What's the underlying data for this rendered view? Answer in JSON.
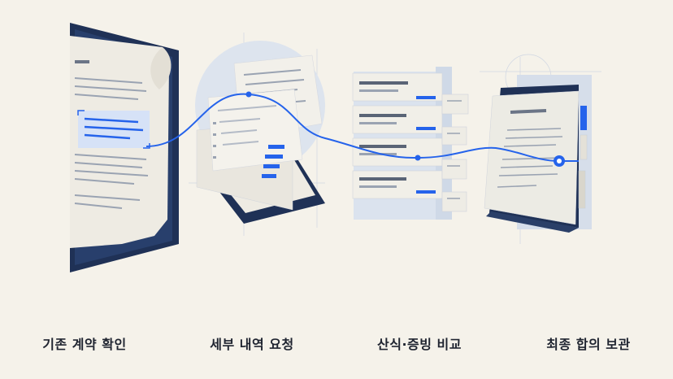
{
  "steps": [
    {
      "label": "기존 계약 확인",
      "icon": "document-highlight-icon"
    },
    {
      "label": "세부 내역 요청",
      "icon": "stacked-documents-icon"
    },
    {
      "label": "산식·증빙 비교",
      "icon": "comparison-cards-icon"
    },
    {
      "label": "최종 합의 보관",
      "icon": "binder-folder-icon"
    }
  ],
  "colors": {
    "background": "#f5f2ea",
    "accent": "#2563eb",
    "navy": "#1f3156",
    "paper": "#f1efe8",
    "pale_blue": "#dbe3ee"
  }
}
